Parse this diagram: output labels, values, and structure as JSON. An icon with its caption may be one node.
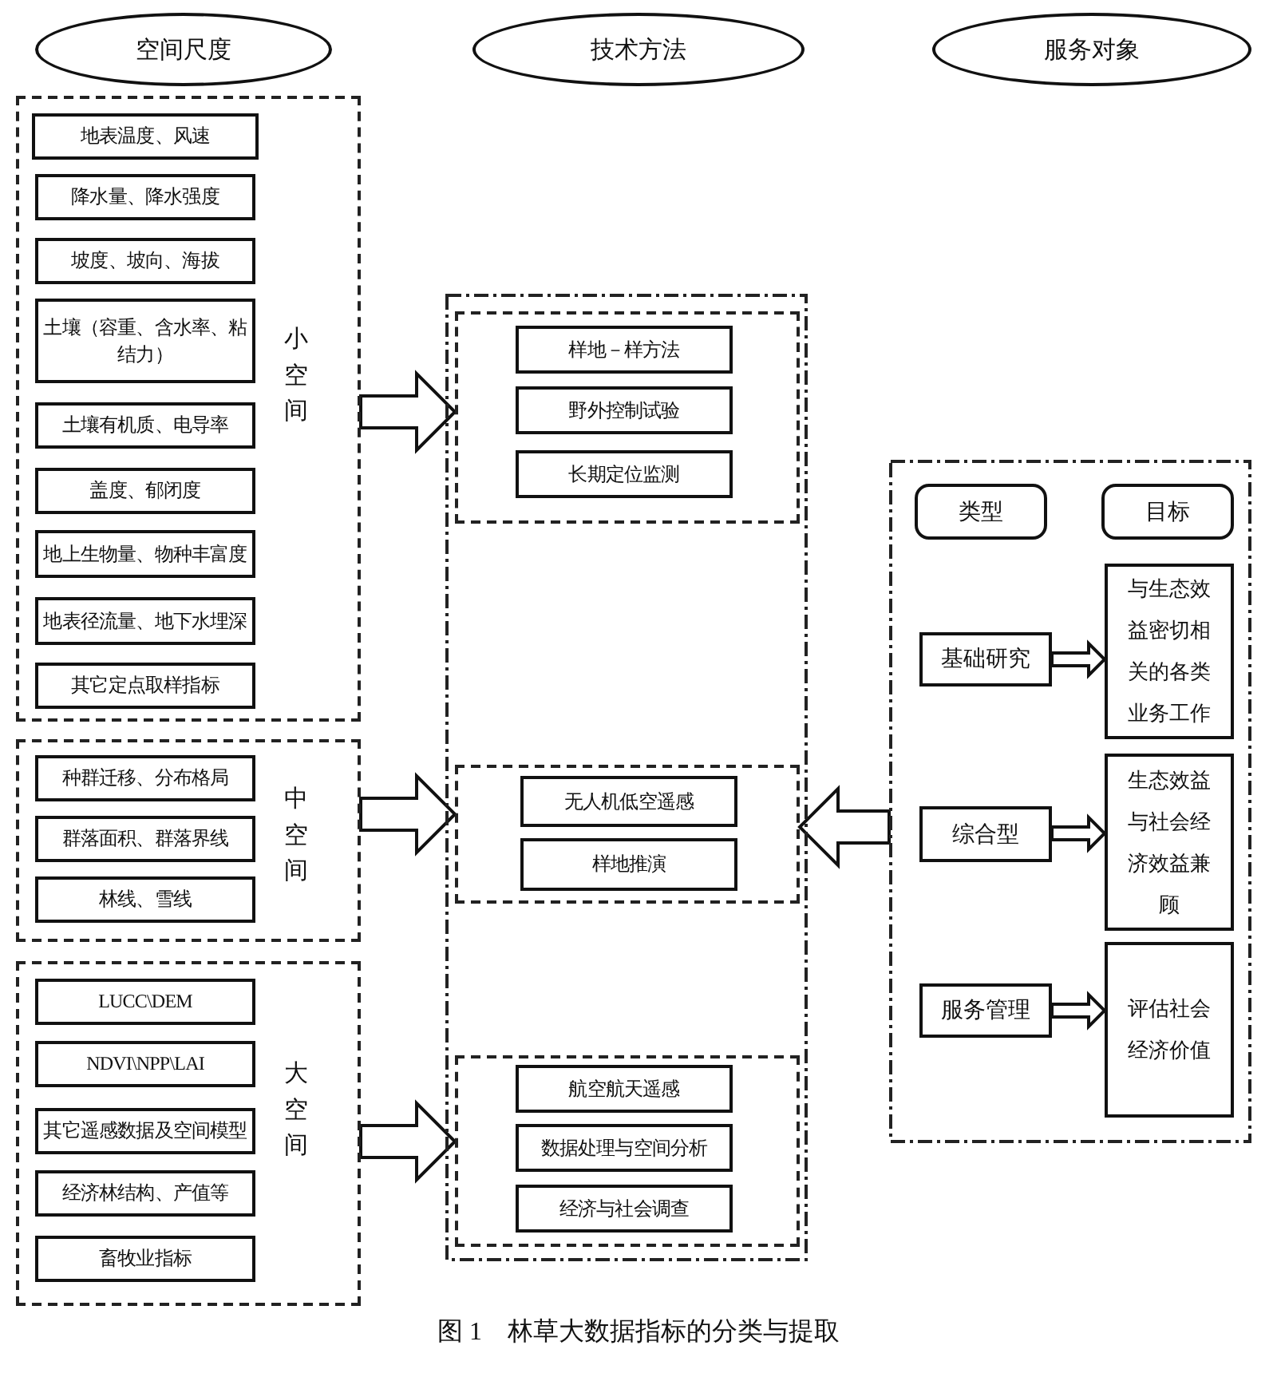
{
  "diagram": {
    "caption": "图 1　林草大数据指标的分类与提取",
    "nodes": [
      {
        "text": [
          "空间尺度"
        ]
      },
      {
        "text": [
          "技术方法"
        ]
      },
      {
        "text": [
          "服务对象"
        ]
      },
      {
        "text": [
          "小空间"
        ]
      },
      {
        "text": [
          "地表温度、风速"
        ],
        "in": 3
      },
      {
        "text": [
          "降水量、降水强度"
        ],
        "in": 3
      },
      {
        "text": [
          "坡度、坡向、海拔"
        ],
        "in": 3
      },
      {
        "text": [
          "土壤（容重、含水率、粘结力）"
        ],
        "in": 3
      },
      {
        "text": [
          "土壤有机质、电导率"
        ],
        "in": 3
      },
      {
        "text": [
          "盖度、郁闭度"
        ],
        "in": 3
      },
      {
        "text": [
          "地上生物量、物种丰富度"
        ],
        "in": 3
      },
      {
        "text": [
          "地表径流量、地下水埋深"
        ],
        "in": 3
      },
      {
        "text": [
          "其它定点取样指标"
        ],
        "in": 3
      },
      {
        "text": [
          "中空间"
        ]
      },
      {
        "text": [
          "种群迁移、分布格局"
        ],
        "in": 13
      },
      {
        "text": [
          "群落面积、群落界线"
        ],
        "in": 13
      },
      {
        "text": [
          "林线、雪线"
        ],
        "in": 13
      },
      {
        "text": [
          "大空间"
        ]
      },
      {
        "text": [
          "LUCC\\DEM"
        ],
        "in": 17
      },
      {
        "text": [
          "NDVI\\NPP\\LAI"
        ],
        "in": 17
      },
      {
        "text": [
          "其它遥感数据及空间模型"
        ],
        "in": 17
      },
      {
        "text": [
          "经济林结构、产值等"
        ],
        "in": 17
      },
      {
        "text": [
          "畜牧业指标"
        ],
        "in": 17
      },
      {
        "text": [],
        "shape": "box"
      },
      {
        "text": [],
        "shape": "box",
        "in": 23
      },
      {
        "text": [
          "样地－样方法"
        ],
        "in": 24
      },
      {
        "text": [
          "野外控制试验"
        ],
        "in": 24
      },
      {
        "text": [
          "长期定位监测"
        ],
        "in": 24
      },
      {
        "text": [],
        "shape": "box",
        "in": 23
      },
      {
        "text": [
          "无人机低空遥感"
        ],
        "in": 28
      },
      {
        "text": [
          "样地推演"
        ],
        "in": 28
      },
      {
        "text": [],
        "shape": "box",
        "in": 23
      },
      {
        "text": [
          "航空航天遥感"
        ],
        "in": 31
      },
      {
        "text": [
          "数据处理与空间分析"
        ],
        "in": 31
      },
      {
        "text": [
          "经济与社会调查"
        ],
        "in": 31
      },
      {
        "text": [],
        "shape": "box"
      },
      {
        "text": [
          "类型"
        ],
        "in": 35
      },
      {
        "text": [
          "目标"
        ],
        "in": 35
      },
      {
        "text": [
          "基础研究"
        ],
        "in": 35
      },
      {
        "text": [
          "与生态效益密切相关的各类业务工作"
        ],
        "in": 35
      },
      {
        "text": [
          "综合型"
        ],
        "in": 35
      },
      {
        "text": [
          "生态效益与社会经济效益兼顾"
        ],
        "in": 35
      },
      {
        "text": [
          "服务管理"
        ],
        "in": 35
      },
      {
        "text": [
          "评估社会经济价值"
        ],
        "in": 35
      }
    ],
    "edges": [
      {
        "from": 3,
        "to": 24,
        "arrow": "to"
      },
      {
        "from": 13,
        "to": 28,
        "arrow": "to"
      },
      {
        "from": 17,
        "to": 31,
        "arrow": "to"
      },
      {
        "from": 35,
        "to": 28,
        "arrow": "to"
      },
      {
        "from": 38,
        "to": 39,
        "arrow": "to"
      },
      {
        "from": 40,
        "to": 41,
        "arrow": "to"
      },
      {
        "from": 42,
        "to": 43,
        "arrow": "to"
      }
    ]
  }
}
